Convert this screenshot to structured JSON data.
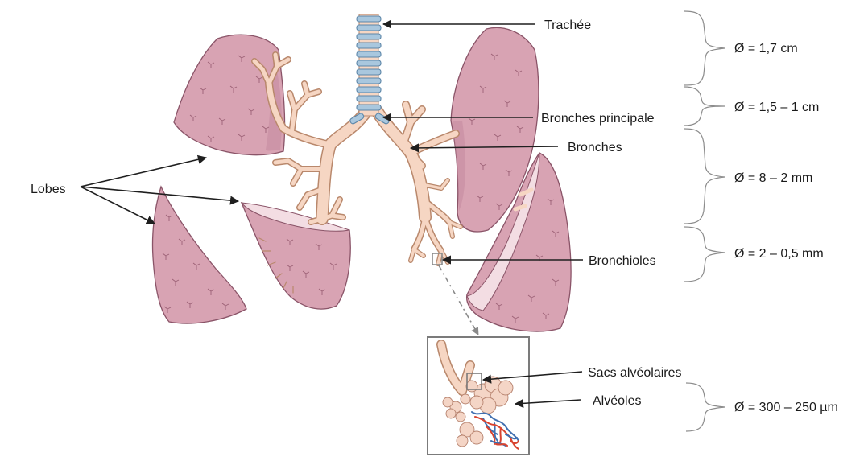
{
  "labels": {
    "trachea": "Trachée",
    "main_bronchi": "Bronches principale",
    "bronchi": "Bronches",
    "bronchioles": "Bronchioles",
    "lobes": "Lobes",
    "alveolar_sacs": "Sacs alvéolaires",
    "alveoli": "Alvéoles"
  },
  "diameters": {
    "trachea": "Ø = 1,7 cm",
    "main_bronchi": "Ø = 1,5 – 1 cm",
    "bronchi": "Ø = 8 – 2 mm",
    "bronchioles": "Ø = 2 – 0,5 mm",
    "alveoli": "Ø = 300 – 250 µm"
  },
  "colors": {
    "lung_tissue": "#d8a3b3",
    "airway": "#f6d6c3",
    "cartilage_rings": "#a9c7de",
    "capillaries_red": "#d8432f",
    "capillaries_blue": "#3f6fb0"
  }
}
